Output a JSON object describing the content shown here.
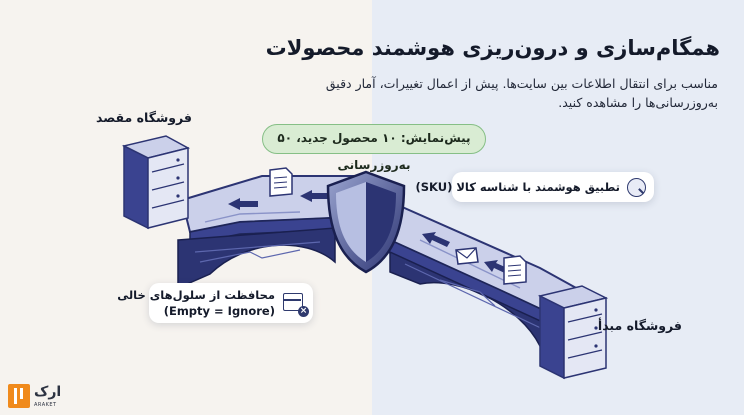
{
  "title": "همگام‌سازی و درون‌ریزی هوشمند محصولات",
  "description": "مناسب برای انتقال اطلاعات بین سایت‌ها. پیش از اعمال تغییرات، آمار دقیق به‌روزرسانی‌ها را مشاهده کنید.",
  "labels": {
    "destination_store": "فروشگاه مقصد",
    "source_store": "فروشگاه مبدأ"
  },
  "preview_pill": "پیش‌نمایش: ۱۰ محصول جدید، ۵۰ به‌روزرسانی",
  "callouts": {
    "sku_match": "تطبیق هوشمند با شناسه کالا (SKU)",
    "empty_cells_line1": "محافظت از سلول‌های خالی",
    "empty_cells_line2": "(Empty = Ignore)"
  },
  "logo": {
    "wordmark": "ارک",
    "tagline": "ARAKET"
  },
  "icons": {
    "sku_callout": "search-icon",
    "empty_callout": "table-cell-ignore-icon",
    "center": "shield-icon",
    "servers": "server-icon",
    "data_packets": [
      "document-icon",
      "envelope-icon",
      "document-icon"
    ]
  },
  "colors": {
    "bridge_dark": "#2c3473",
    "bridge_mid": "#3a4390",
    "bridge_light": "#cbd0ea",
    "pill_bg": "#d9ecd3",
    "pill_border": "#86bf86",
    "logo_orange": "#f08a1c",
    "left_bg": "#f6f3ef",
    "right_bg": "#e7ecf5"
  }
}
